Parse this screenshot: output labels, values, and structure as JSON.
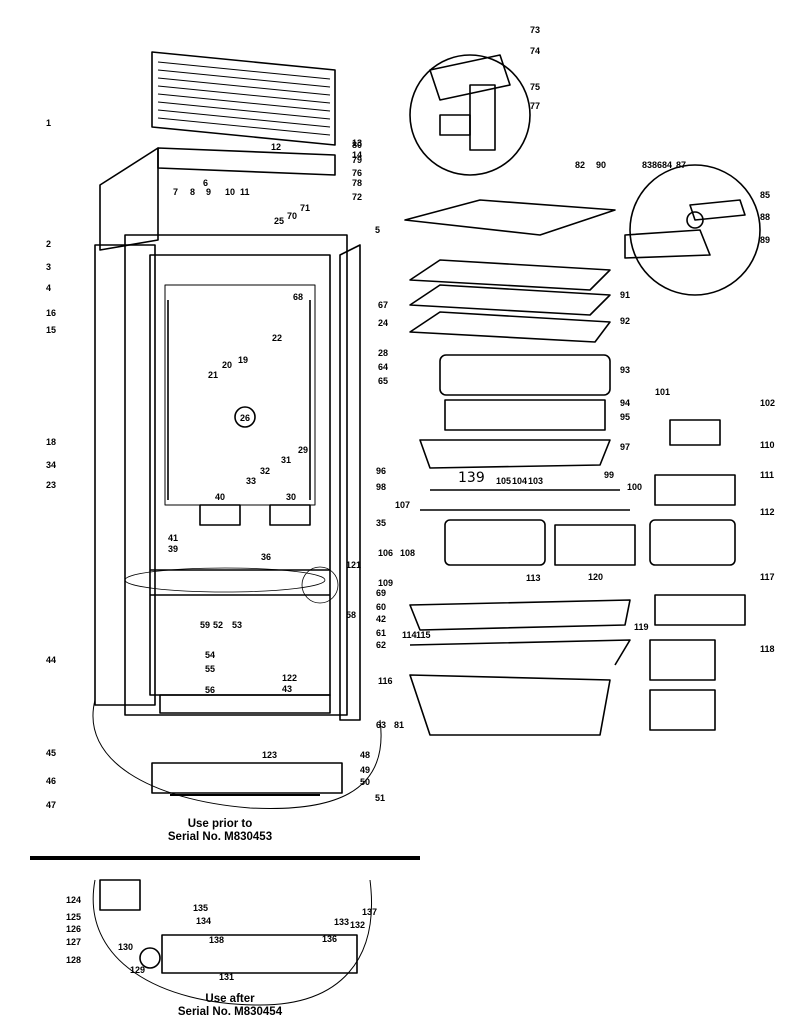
{
  "captions": {
    "top_line1": "Use prior to",
    "top_line2": "Serial No. M830453",
    "bottom_line1": "Use after",
    "bottom_line2": "Serial No. M830454"
  },
  "callouts": {
    "c1": "1",
    "c2": "2",
    "c3": "3",
    "c4": "4",
    "c5": "5",
    "c6": "6",
    "c7": "7",
    "c8": "8",
    "c9": "9",
    "c10": "10",
    "c11": "11",
    "c12": "12",
    "c13": "13",
    "c14": "14",
    "c15": "15",
    "c16": "16",
    "c18": "18",
    "c19": "19",
    "c20": "20",
    "c21": "21",
    "c22": "22",
    "c23": "23",
    "c24": "24",
    "c25": "25",
    "c26": "26",
    "c28": "28",
    "c29": "29",
    "c30": "30",
    "c31": "31",
    "c32": "32",
    "c33": "33",
    "c34": "34",
    "c35": "35",
    "c36": "36",
    "c39": "39",
    "c40": "40",
    "c41": "41",
    "c42": "42",
    "c43": "43",
    "c44": "44",
    "c45": "45",
    "c46": "46",
    "c47": "47",
    "c48": "48",
    "c49": "49",
    "c50": "50",
    "c51": "51",
    "c52": "52",
    "c53": "53",
    "c54": "54",
    "c55": "55",
    "c56": "56",
    "c58": "58",
    "c59": "59",
    "c60": "60",
    "c61": "61",
    "c62": "62",
    "c63": "63",
    "c64": "64",
    "c65": "65",
    "c67": "67",
    "c68": "68",
    "c69": "69",
    "c70": "70",
    "c71": "71",
    "c72": "72",
    "c73": "73",
    "c74": "74",
    "c75": "75",
    "c76": "76",
    "c77": "77",
    "c78": "78",
    "c79": "79",
    "c80": "80",
    "c81": "81",
    "c82": "82",
    "c83": "83",
    "c84": "84",
    "c85": "85",
    "c86": "86",
    "c87": "87",
    "c88": "88",
    "c89": "89",
    "c90": "90",
    "c91": "91",
    "c92": "92",
    "c93": "93",
    "c94": "94",
    "c95": "95",
    "c96": "96",
    "c97": "97",
    "c98": "98",
    "c99": "99",
    "c100": "100",
    "c101": "101",
    "c102": "102",
    "c103": "103",
    "c104": "104",
    "c105": "105",
    "c106": "106",
    "c107": "107",
    "c108": "108",
    "c109": "109",
    "c110": "110",
    "c111": "111",
    "c112": "112",
    "c113": "113",
    "c114": "114",
    "c115": "115",
    "c116": "116",
    "c117": "117",
    "c118": "118",
    "c119": "119",
    "c120": "120",
    "c121": "121",
    "c122": "122",
    "c123": "123",
    "c124": "124",
    "c125": "125",
    "c126": "126",
    "c127": "127",
    "c128": "128",
    "c129": "129",
    "c130": "130",
    "c131": "131",
    "c132": "132",
    "c133": "133",
    "c134": "134",
    "c135": "135",
    "c136": "136",
    "c137": "137",
    "c138": "138",
    "c139": "139"
  }
}
